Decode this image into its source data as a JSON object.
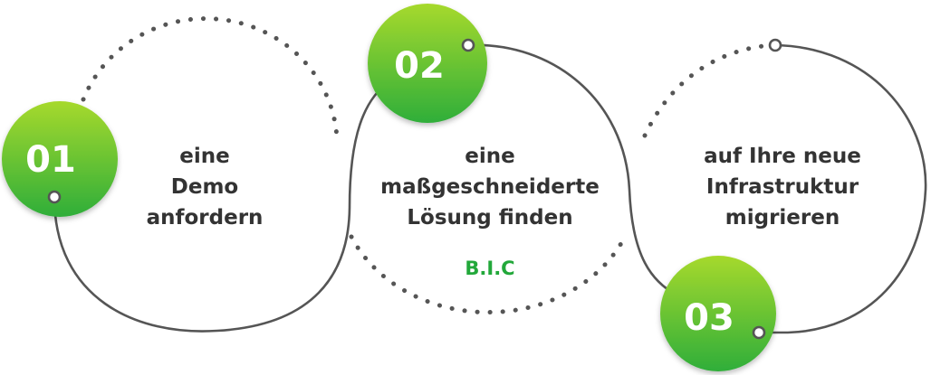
{
  "colors": {
    "badge_top": "#a6d92c",
    "badge_bottom": "#2fae3a",
    "line": "#555555",
    "text": "#333333",
    "brand": "#22a83a"
  },
  "steps": [
    {
      "number": "01",
      "lines": [
        "eine",
        "Demo",
        "anfordern"
      ]
    },
    {
      "number": "02",
      "lines": [
        "eine",
        "maßgeschneiderte",
        "Lösung finden"
      ],
      "brand": "B.I.C"
    },
    {
      "number": "03",
      "lines": [
        "auf Ihre neue",
        "Infrastruktur",
        "migrieren"
      ]
    }
  ]
}
